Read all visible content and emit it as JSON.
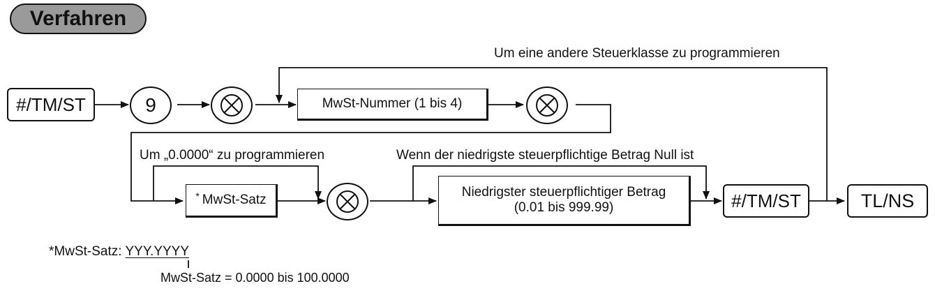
{
  "heading": "Verfahren",
  "keys": {
    "tm_st_1": "#/TM/ST",
    "nine": "9",
    "tm_st_2": "#/TM/ST",
    "tl_ns": "TL/NS"
  },
  "boxes": {
    "mwst_nummer": "MwSt-Nummer (1 bis 4)",
    "mwst_satz_star": "*",
    "mwst_satz": "MwSt-Satz",
    "betrag_line1": "Niedrigster steuerpflichtiger Betrag",
    "betrag_line2": "(0.01 bis 999.99)"
  },
  "labels": {
    "other_tax_class": "Um eine andere Steuerklasse zu programmieren",
    "zero_rate": "Um „0.0000“ zu programmieren",
    "zero_amount": "Wenn der niedrigste steuerpflichtige Betrag Null ist"
  },
  "footnote": {
    "prefix": "*MwSt-Satz: ",
    "format": "YYY.YYYY",
    "range": "MwSt-Satz = 0.0000 bis 100.0000"
  },
  "icons": {
    "multiply": "circled-multiplication-sign"
  }
}
